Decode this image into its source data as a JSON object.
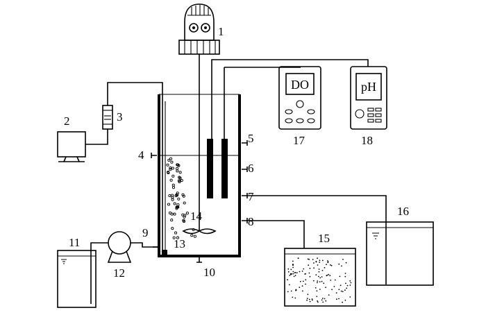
{
  "labels": {
    "motor": "1",
    "air_pump": "2",
    "flowmeter": "3",
    "port_4": "4",
    "port_5": "5",
    "port_6": "6",
    "port_7": "7",
    "port_8": "8",
    "port_9": "9",
    "port_10": "10",
    "influent_tank": "11",
    "feed_pump": "12",
    "aeration_zone": "13",
    "stirrer": "14",
    "sludge_tank": "15",
    "effluent_tank": "16",
    "do_meter": "17",
    "ph_meter": "18"
  },
  "meters": {
    "do_display": "DO",
    "ph_display": "pH"
  }
}
